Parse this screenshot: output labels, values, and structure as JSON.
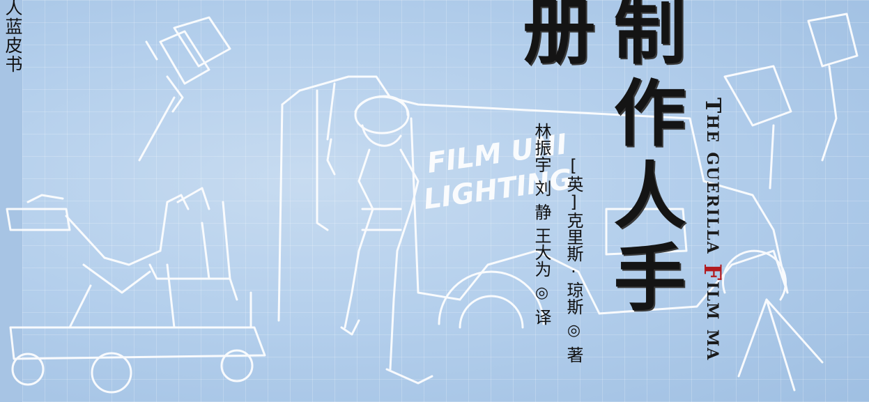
{
  "series": {
    "title": "人蓝皮书"
  },
  "cover": {
    "main_title": "制作人手册",
    "english_title": {
      "the_initial": "T",
      "the_rest": "HE",
      "guerilla": "GUERILLA",
      "film_initial": "F",
      "film_rest": "ILM",
      "manual_part": "MA"
    },
    "author": {
      "nationality": "[英]",
      "name": "克里斯·琼斯",
      "mark": "◎",
      "role": "著"
    },
    "translators": {
      "names": [
        "林振宇",
        "刘",
        "静",
        "王大为"
      ],
      "mark": "◎",
      "role": "译"
    },
    "truck_lettering": [
      "FILM UNI",
      "LIGHTING"
    ]
  },
  "colors": {
    "background": "#b4cfec",
    "line_art": "#ffffff",
    "title_text": "#141414",
    "accent_red": "#b21a1f"
  }
}
